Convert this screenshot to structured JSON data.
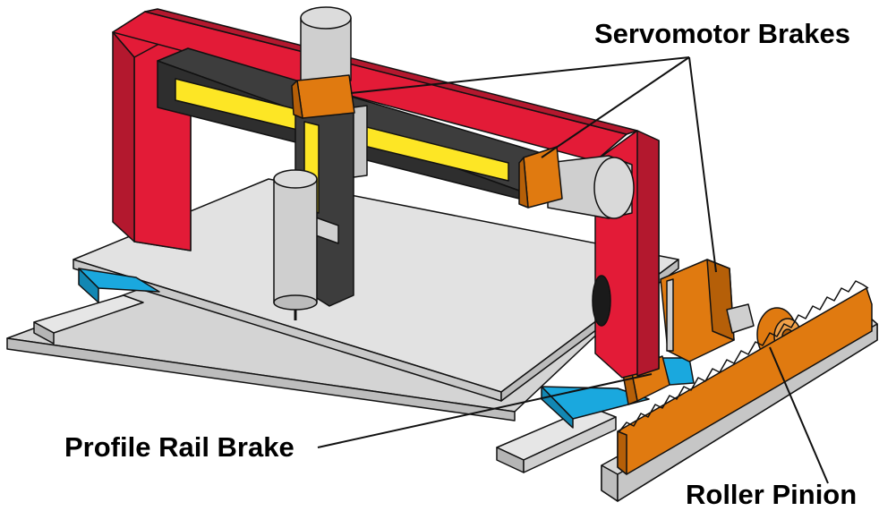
{
  "labels": {
    "servomotor_brakes": "Servomotor Brakes",
    "profile_rail_brake": "Profile Rail Brake",
    "roller_pinion": "Roller Pinion"
  },
  "colors": {
    "frame_red": "#e31b37",
    "frame_red_dark": "#b3182e",
    "beam_dark": "#3d3d3d",
    "strip_yellow": "#fde625",
    "brake_orange": "#e07a10",
    "motor_gray": "#cfcfcf",
    "carriage_blue": "#1aa8de",
    "base_gray": "#d6d6d6",
    "outline": "#111111"
  },
  "icons": [
    "gantry-frame",
    "servomotor",
    "brake",
    "profile-rail",
    "rack",
    "roller-pinion"
  ]
}
